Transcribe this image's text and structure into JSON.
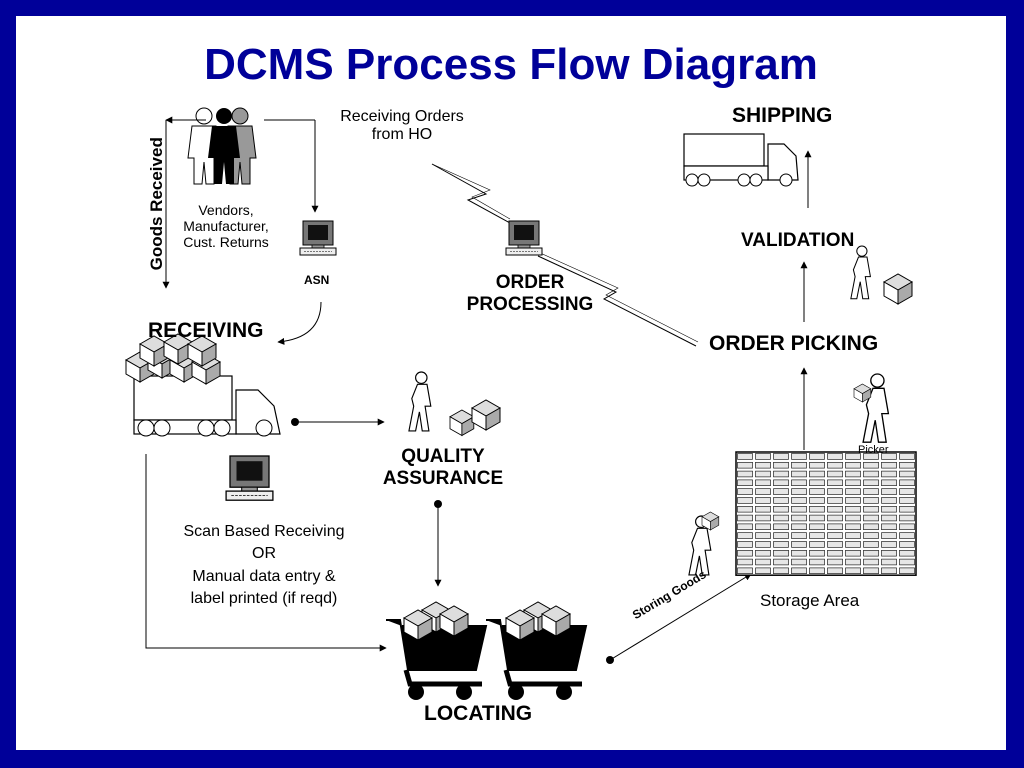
{
  "title": "DCMS Process Flow Diagram",
  "labels": {
    "goods_received": "Goods Received",
    "receiving_orders_line1": "Receiving Orders",
    "receiving_orders_line2": "from HO",
    "shipping": "SHIPPING",
    "vendors_line1": "Vendors,",
    "vendors_line2": "Manufacturer,",
    "vendors_line3": "Cust. Returns",
    "asn": "ASN",
    "order_processing_line1": "ORDER",
    "order_processing_line2": "PROCESSING",
    "validation": "VALIDATION",
    "receiving": "RECEIVING",
    "order_picking": "ORDER PICKING",
    "picker": "Picker",
    "quality_line1": "QUALITY",
    "quality_line2": "ASSURANCE",
    "scan_line1": "Scan Based Receiving",
    "scan_line2": "OR",
    "scan_line3": "Manual data entry &",
    "scan_line4": "label printed (if reqd)",
    "storage_area": "Storage Area",
    "storing_goods": "Storing Goods",
    "locating": "LOCATING"
  },
  "icons": [
    "people-icon",
    "computer-icon",
    "truck-icon",
    "boxes-icon",
    "worker-icon",
    "cart-icon",
    "shelving-icon"
  ],
  "colors": {
    "frame": "#000099",
    "title": "#000099"
  }
}
